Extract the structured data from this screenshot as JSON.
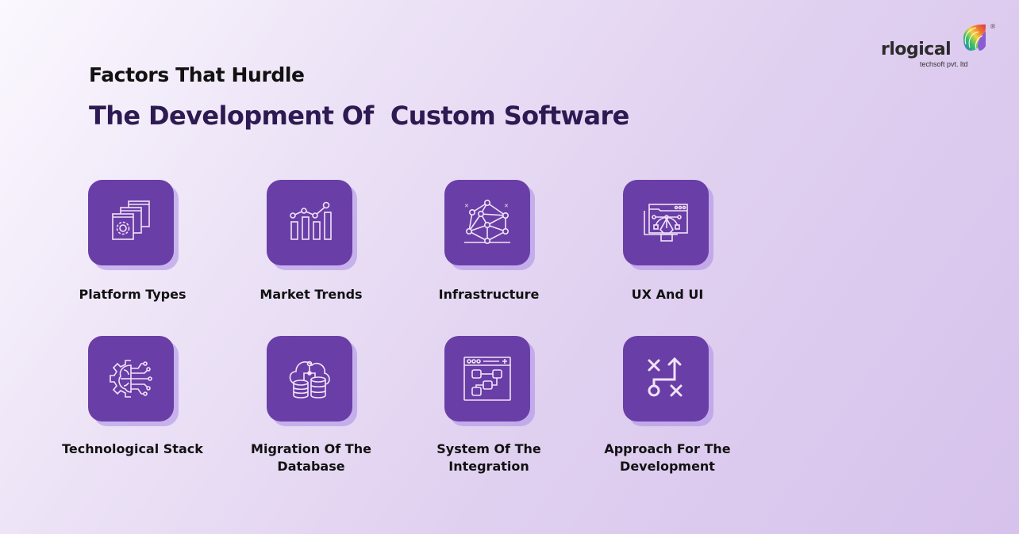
{
  "header": {
    "line1": "Factors That Hurdle",
    "line2": "The Development Of  Custom Software"
  },
  "logo": {
    "wordmark": "rlogical",
    "tagline": "techsoft pvt. ltd",
    "registered": "®"
  },
  "colors": {
    "tile": "#6a3ea7",
    "title_dark": "#2d1a52",
    "icon_stroke": "#f1e3f7"
  },
  "factors": [
    {
      "label": "Platform Types",
      "icon": "stacked-windows-gear-icon"
    },
    {
      "label": "Market Trends",
      "icon": "bar-chart-trend-icon"
    },
    {
      "label": "Infrastructure",
      "icon": "network-cube-icon"
    },
    {
      "label": "UX And UI",
      "icon": "pen-tool-design-icon"
    },
    {
      "label": "Technological Stack",
      "icon": "brain-gear-circuit-icon"
    },
    {
      "label": "Migration Of The Database",
      "icon": "cloud-database-icon"
    },
    {
      "label": "System Of The Integration",
      "icon": "workflow-window-icon"
    },
    {
      "label": "Approach For The Development",
      "icon": "strategy-plan-icon"
    }
  ]
}
